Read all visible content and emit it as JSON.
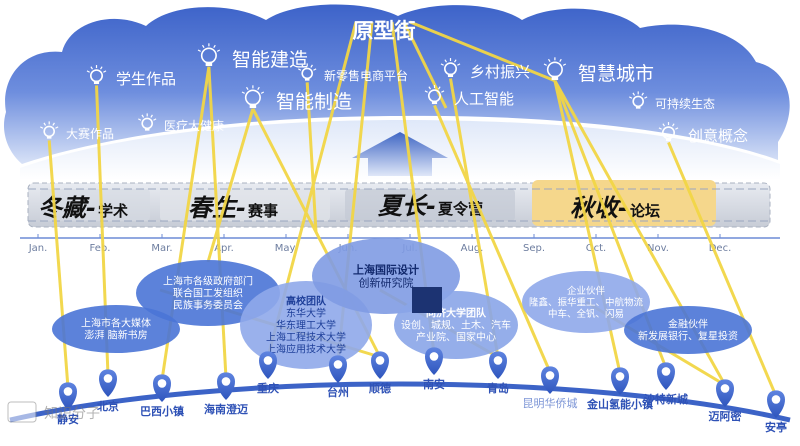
{
  "cloud": {
    "title": "原型街",
    "ideas": [
      {
        "label": "学生作品",
        "size": "m"
      },
      {
        "label": "智能建造",
        "size": "l"
      },
      {
        "label": "新零售电商平台",
        "size": "s"
      },
      {
        "label": "乡村振兴",
        "size": "m"
      },
      {
        "label": "智慧城市",
        "size": "l"
      },
      {
        "label": "大赛作品",
        "size": "s"
      },
      {
        "label": "医疗大健康",
        "size": "s"
      },
      {
        "label": "智能制造",
        "size": "l"
      },
      {
        "label": "人工智能",
        "size": "m"
      },
      {
        "label": "可持续生态",
        "size": "s"
      },
      {
        "label": "创意概念",
        "size": "m"
      }
    ]
  },
  "seasons": [
    {
      "main": "冬藏-",
      "sub": "学术"
    },
    {
      "main": "春生-",
      "sub": "赛事"
    },
    {
      "main": "夏长-",
      "sub": "夏令营"
    },
    {
      "main": "秋收-",
      "sub": "论坛"
    }
  ],
  "months": [
    "Jan.",
    "Feb.",
    "Mar.",
    "Apr.",
    "May.",
    "Jun.",
    "Jul.",
    "Aug.",
    "Sep.",
    "Oct.",
    "Nov.",
    "Dec."
  ],
  "ellipses": [
    {
      "lines": [
        "上海市各级政府部门",
        "联合国工发组织",
        "民族事务委员会"
      ]
    },
    {
      "lines": [
        "上海市各大媒体",
        "澎湃 脑新书房"
      ]
    },
    {
      "lines": [
        "高校团队",
        "东华大学",
        "华东理工大学",
        "上海工程技术大学",
        "上海应用技术大学"
      ]
    },
    {
      "lines": [
        "上海国际设计",
        "创新研究院"
      ]
    },
    {
      "lines": [
        "同济大学团队",
        "设创、城规、土木、汽车",
        "产业院、国家中心"
      ]
    },
    {
      "lines": [
        "企业伙伴",
        "隆鑫、振华重工、中航物流",
        "中车、全钒、闪易"
      ]
    },
    {
      "lines": [
        "金融伙伴",
        "新发展银行、复星投资"
      ]
    }
  ],
  "pins": [
    "静安",
    "北京",
    "巴西小镇",
    "海南澄迈",
    "重庆",
    "台州",
    "顺德",
    "南安",
    "青岛",
    "昆明华侨城",
    "金山氢能小镇",
    "沙特新城",
    "迈阿密",
    "安亭"
  ],
  "watermark": "知识分子"
}
